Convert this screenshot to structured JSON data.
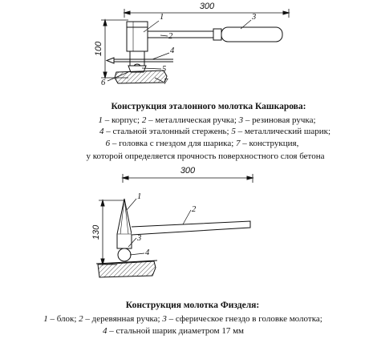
{
  "figure1": {
    "dimension_length": "300",
    "dimension_height": "100",
    "part_labels": [
      "1",
      "2",
      "3",
      "4",
      "5",
      "6",
      "7"
    ],
    "caption_title": "Конструкция эталонного молотка Кашкарова:",
    "caption_lines": [
      [
        {
          "n": "1",
          "t": " – корпус; "
        },
        {
          "n": "2",
          "t": " – металлическая ручка; "
        },
        {
          "n": "3",
          "t": " – резиновая ручка;"
        }
      ],
      [
        {
          "n": "4",
          "t": " – стальной эталонный стержень; "
        },
        {
          "n": "5",
          "t": " – металлический шарик;"
        }
      ],
      [
        {
          "n": "6",
          "t": " – головка с гнездом для шарика; "
        },
        {
          "n": "7",
          "t": " – конструкция,"
        }
      ],
      [
        {
          "n": "",
          "t": "у которой определяется прочность поверхностного слоя бетона"
        }
      ]
    ]
  },
  "figure2": {
    "dimension_length": "300",
    "dimension_height": "130",
    "part_labels": [
      "1",
      "2",
      "3",
      "4"
    ],
    "caption_title": "Конструкция молотка Физделя:",
    "caption_lines": [
      [
        {
          "n": "1",
          "t": " – блок; "
        },
        {
          "n": "2",
          "t": " – деревянная ручка; "
        },
        {
          "n": "3",
          "t": " – сферическое гнездо в головке молотка;"
        }
      ],
      [
        {
          "n": "4",
          "t": " – стальной шарик диаметром 17 мм"
        }
      ]
    ]
  }
}
